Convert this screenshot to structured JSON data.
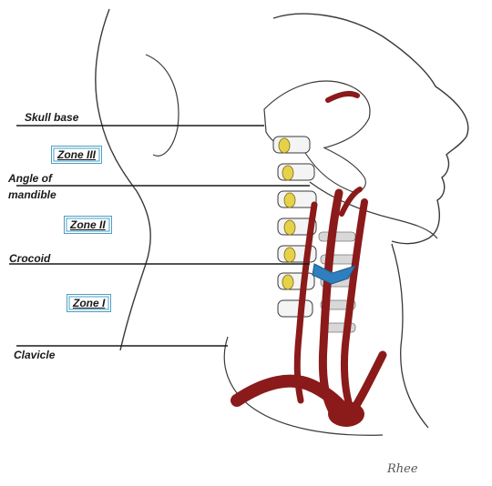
{
  "labels": {
    "skull_base": "Skull base",
    "angle_line1": "Angle of",
    "angle_line2": "mandible",
    "cricoid": "Crocoid",
    "clavicle": "Clavicle"
  },
  "zones": {
    "zone3": "Zone III",
    "zone2": "Zone II",
    "zone1": "Zone I"
  },
  "signature": "Rhee",
  "colors": {
    "artery": "#8b1a1a",
    "vertebra": "#e6d24a",
    "zone_border": "#4a9fc4",
    "marker": "#2f7fbf",
    "outline": "#3a3a3a"
  }
}
